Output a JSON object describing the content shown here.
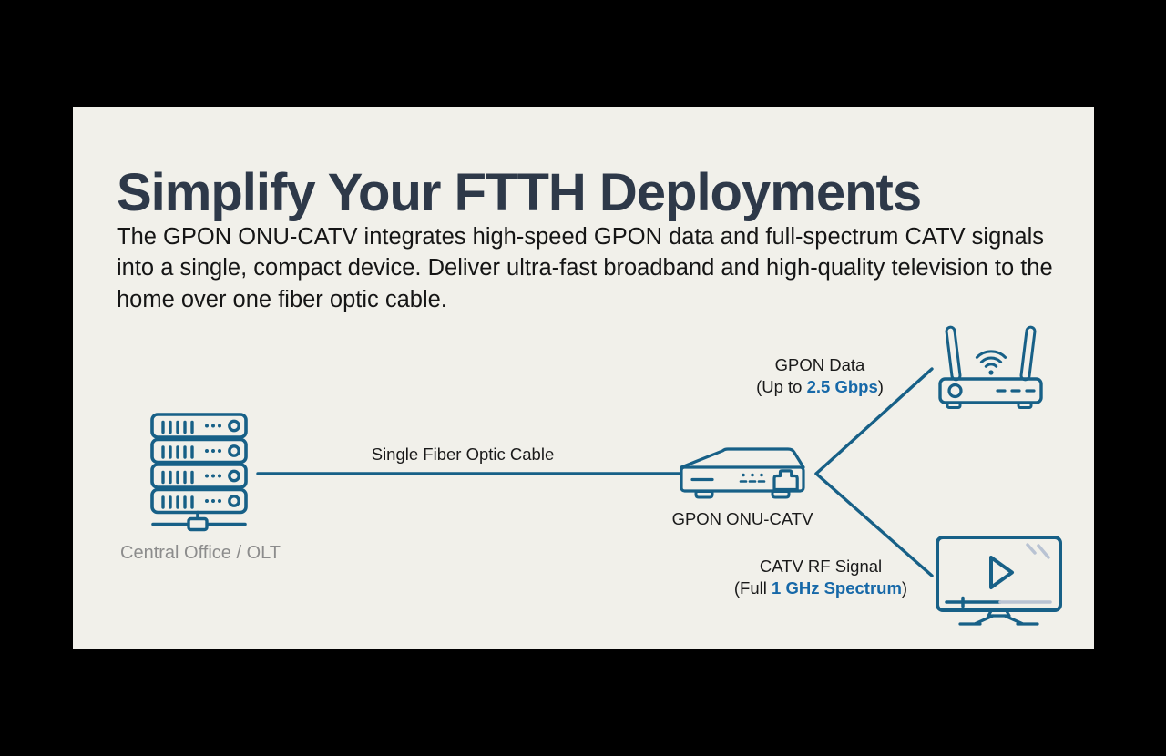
{
  "slide": {
    "title": "Simplify Your FTTH Deployments",
    "description": "The GPON ONU-CATV integrates high-speed GPON data and full-spectrum CATV signals into a single, compact device. Deliver ultra-fast broadband and high-quality television to the home over one fiber optic cable."
  },
  "diagram": {
    "central_office": {
      "icon": "server-rack-icon",
      "label": "Central Office / OLT"
    },
    "fiber_link": {
      "label": "Single Fiber Optic Cable"
    },
    "onu": {
      "icon": "onu-device-icon",
      "label": "GPON ONU-CATV"
    },
    "gpon_output": {
      "icon": "wifi-router-icon",
      "title": "GPON Data",
      "detail_prefix": "(Up to ",
      "detail_highlight": "2.5 Gbps",
      "detail_suffix": ")"
    },
    "catv_output": {
      "icon": "tv-icon",
      "title": "CATV RF Signal",
      "detail_prefix": "(Full ",
      "detail_highlight": "1 GHz Spectrum",
      "detail_suffix": ")"
    }
  },
  "colors": {
    "accent_line": "#176087",
    "highlight_text": "#1668a8",
    "title_text": "#2e3949",
    "body_text": "#151515",
    "muted_label": "#8c8c8c",
    "slide_background": "#f1f0ea",
    "page_background": "#000000",
    "tv_detail": "#b9c3d3"
  }
}
